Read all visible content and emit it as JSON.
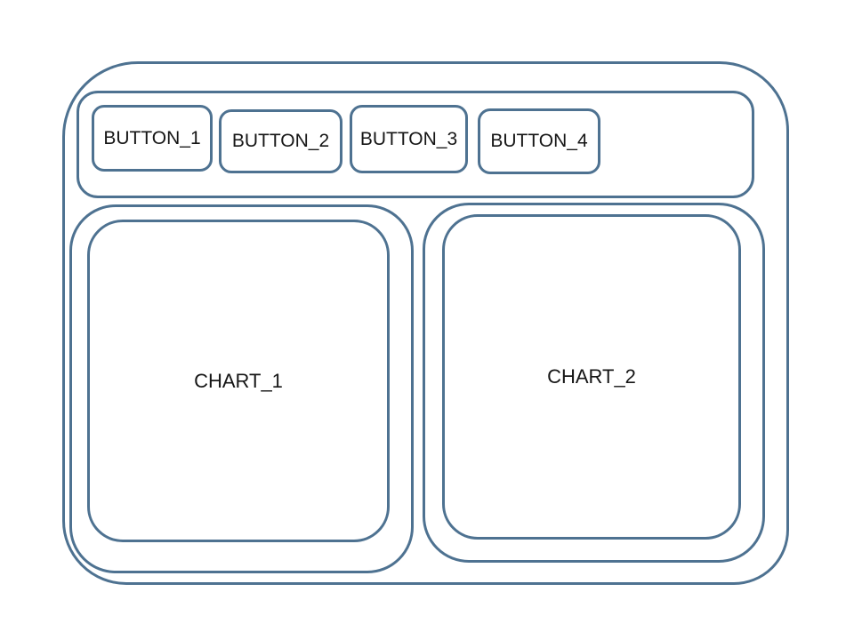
{
  "window": {
    "background": "#ffffff",
    "border_color": "#4e7291",
    "text_color": "#161616"
  },
  "toolbar": {
    "buttons": [
      {
        "label": "BUTTON_1"
      },
      {
        "label": "BUTTON_2"
      },
      {
        "label": "BUTTON_3"
      },
      {
        "label": "BUTTON_4"
      }
    ]
  },
  "charts": [
    {
      "label": "CHART_1"
    },
    {
      "label": "CHART_2"
    }
  ]
}
